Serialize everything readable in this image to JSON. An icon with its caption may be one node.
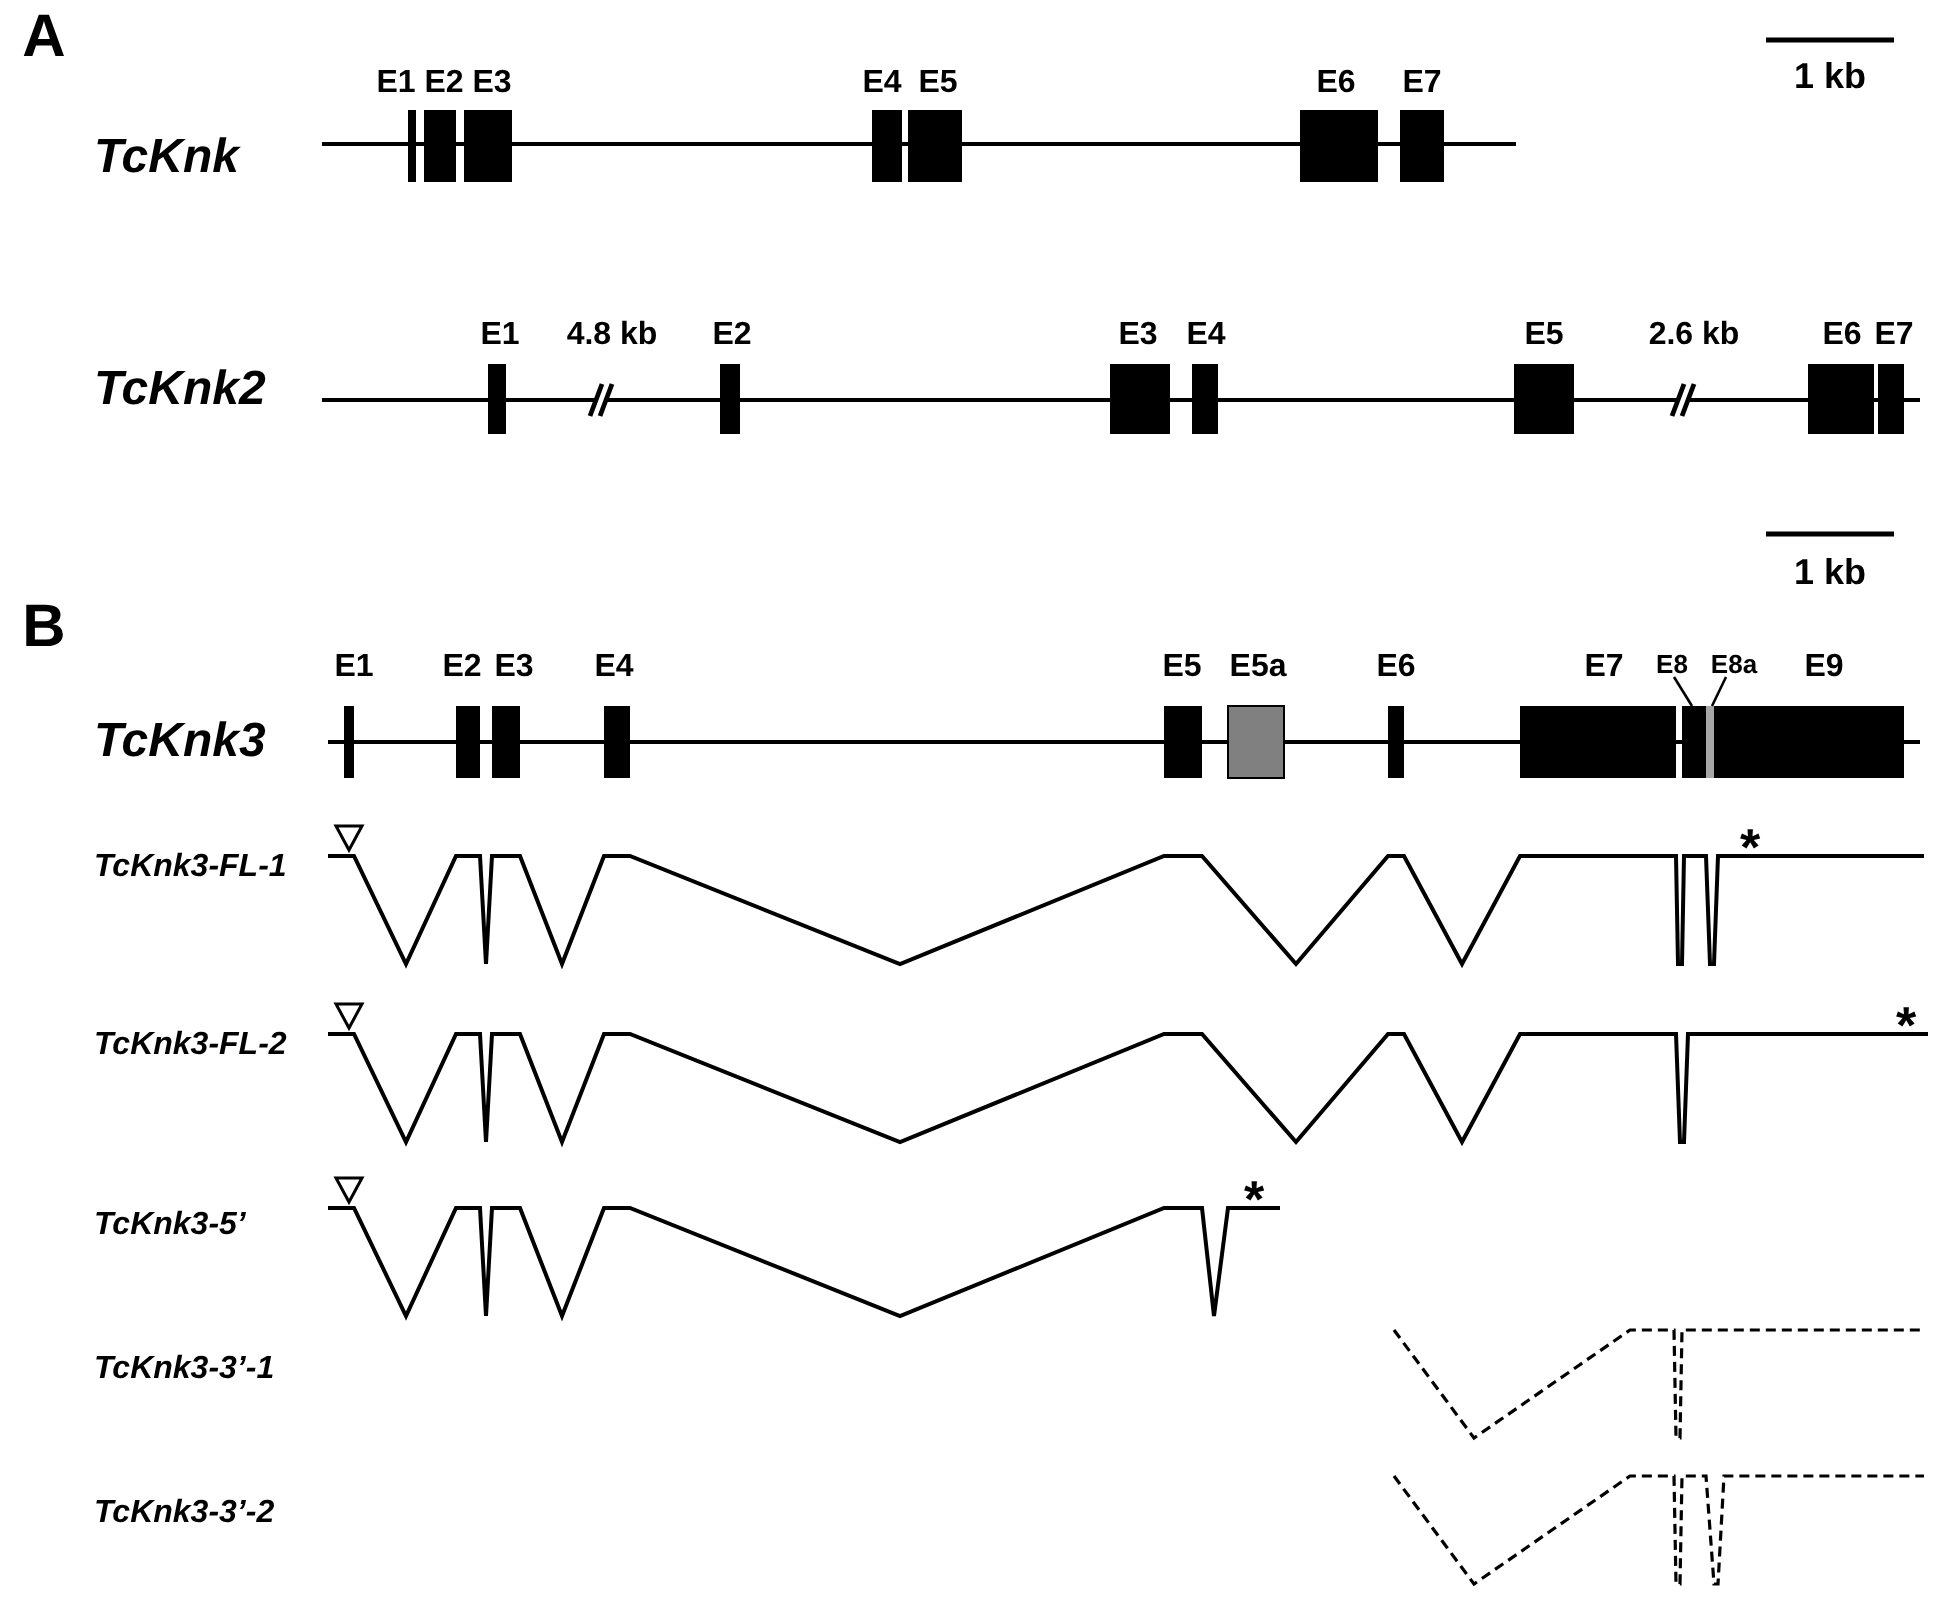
{
  "diagram": {
    "nodes": [
      {
        "text": [],
        "shape": "bar",
        "beside": [
          "E1"
        ]
      },
      {
        "text": [],
        "shape": "bar",
        "beside": [
          "E2"
        ]
      },
      {
        "text": [],
        "shape": "bar",
        "beside": [
          "E3"
        ]
      },
      {
        "text": [],
        "shape": "bar",
        "beside": [
          "E4"
        ]
      },
      {
        "text": [],
        "shape": "bar",
        "beside": [
          "E5"
        ]
      },
      {
        "text": [],
        "shape": "bar",
        "beside": [
          "E6"
        ]
      },
      {
        "text": [],
        "shape": "bar",
        "beside": [
          "E7"
        ]
      },
      {
        "text": [],
        "shape": "bar",
        "beside": [
          "E1"
        ]
      },
      {
        "text": [],
        "shape": "bar",
        "beside": [
          "E2"
        ]
      },
      {
        "text": [],
        "shape": "bar",
        "beside": [
          "E3"
        ]
      },
      {
        "text": [],
        "shape": "bar",
        "beside": [
          "E4"
        ]
      },
      {
        "text": [],
        "shape": "bar",
        "beside": [
          "E5"
        ]
      },
      {
        "text": [],
        "shape": "bar",
        "beside": [
          "E6"
        ]
      },
      {
        "text": [],
        "shape": "bar",
        "beside": [
          "E7"
        ]
      },
      {
        "text": [
          "E8"
        ]
      },
      {
        "text": [
          "E8a"
        ]
      },
      {
        "text": [],
        "shape": "bar",
        "beside": [
          "E1"
        ]
      },
      {
        "text": [],
        "shape": "bar",
        "beside": [
          "E2"
        ]
      },
      {
        "text": [],
        "shape": "bar",
        "beside": [
          "E3"
        ]
      },
      {
        "text": [],
        "shape": "bar",
        "beside": [
          "E4"
        ]
      },
      {
        "text": [],
        "shape": "bar",
        "beside": [
          "E5"
        ]
      },
      {
        "text": [],
        "shape": "bar",
        "beside": [
          "E5a"
        ]
      },
      {
        "text": [],
        "shape": "bar",
        "beside": [
          "E6"
        ]
      },
      {
        "text": [],
        "shape": "bar",
        "beside": [
          "E7"
        ]
      },
      {
        "text": [],
        "shape": "bar"
      },
      {
        "text": [],
        "shape": "bar"
      },
      {
        "text": [],
        "shape": "bar",
        "beside": [
          "E9"
        ]
      }
    ],
    "edges": [
      {
        "from": 14,
        "to": 24,
        "arrow": "none"
      },
      {
        "from": 15,
        "to": 25,
        "arrow": "none"
      }
    ],
    "labels": [
      "A",
      "1 kb",
      "TcKnk",
      "4.8 kb",
      "2.6 kb",
      "TcKnk2",
      "1 kb",
      "B",
      "TcKnk3",
      "TcKnk3-FL-1",
      "*",
      "TcKnk3-FL-2",
      "*",
      "TcKnk3-5’",
      "*",
      "TcKnk3-3’-1",
      "TcKnk3-3’-2"
    ]
  }
}
